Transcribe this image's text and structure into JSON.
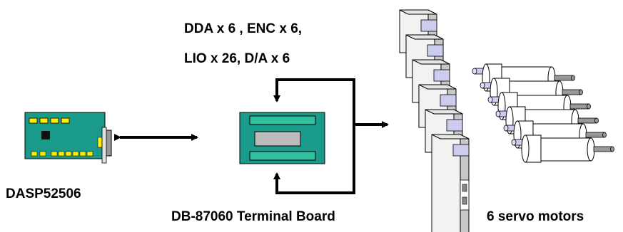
{
  "labels": {
    "spec_line1": "DDA x 6 , ENC x 6,",
    "spec_line2": "LIO x 26, D/A x 6",
    "card": "DASP52506",
    "terminal_board": "DB-87060 Terminal Board",
    "motors": "6 servo motors"
  },
  "counts": {
    "drives": 6,
    "motors": 6
  },
  "colors": {
    "pcb": "#1a9a8a",
    "chip_yellow": "#ffee00",
    "chip_black": "#111111",
    "drive_face": "#f2f2f2",
    "drive_side": "#c8c8c8",
    "drive_display": "#ccccee",
    "motor_body": "#ffffff",
    "motor_shaft": "#999999",
    "arrow": "#000000"
  }
}
